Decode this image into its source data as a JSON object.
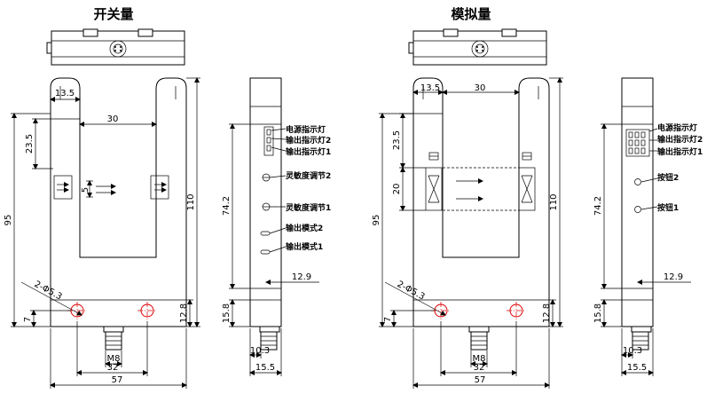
{
  "titles": {
    "switch": "开关量",
    "analog": "模拟量"
  },
  "dims": {
    "d13_5": "13.5",
    "d30": "30",
    "d23_5": "23.5",
    "d5": "5",
    "d95": "95",
    "d110": "110",
    "d7": "7",
    "d12_8": "12.8",
    "dM8": "M8",
    "d32": "32",
    "d57": "57",
    "d2_5_3": "2-Φ5.3",
    "d74_2": "74.2",
    "d12_9": "12.9",
    "d15_8": "15.8",
    "d10_3": "10.3",
    "d15_5": "15.5",
    "d20": "20"
  },
  "labels_switch": [
    "电源指示灯",
    "输出指示灯2",
    "输出指示灯1",
    "灵敏度调节2",
    "灵敏度调节1",
    "输出模式2",
    "输出模式1"
  ],
  "labels_analog": [
    "电源指示灯",
    "输出指示灯2",
    "输出指示灯1",
    "按钮2",
    "按钮1"
  ]
}
